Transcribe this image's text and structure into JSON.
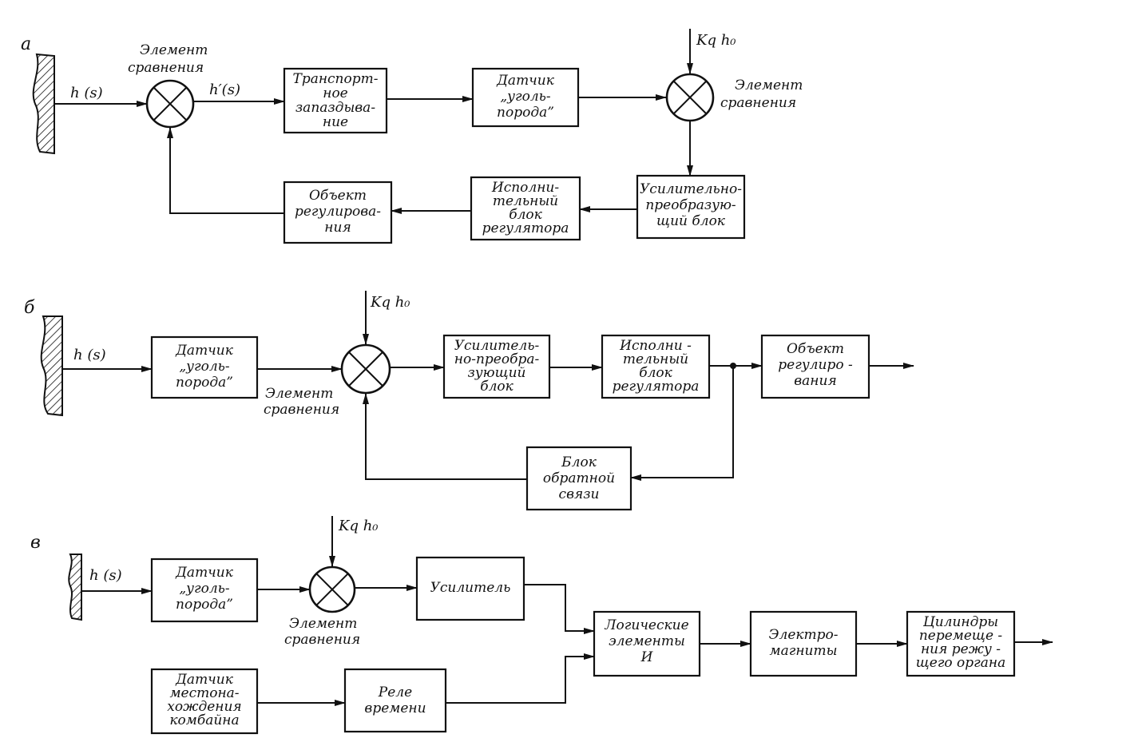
{
  "panels": {
    "a": {
      "letter": "а",
      "signal_in": "h (s)",
      "signal_mid": "h′(s)",
      "k_label": "Kq h₀",
      "cmp1_label": [
        "Элемент",
        "сравнения"
      ],
      "cmp2_label": [
        "Элемент",
        "сравнения"
      ],
      "blocks": {
        "transport": [
          "Транспорт-",
          "ное",
          "запаздыва-",
          "ние"
        ],
        "sensor": [
          "Датчик",
          "„уголь-",
          "порода”"
        ],
        "amplifier": [
          "Усилительно-",
          "преобразую-",
          "щий блок"
        ],
        "actuator": [
          "Исполни-",
          "тельный",
          "блок",
          "регулятора"
        ],
        "object": [
          "Объект",
          "регулирова-",
          "ния"
        ]
      }
    },
    "b": {
      "letter": "б",
      "signal_in": "h (s)",
      "k_label": "Kq h₀",
      "cmp_label": [
        "Элемент",
        "сравнения"
      ],
      "blocks": {
        "sensor": [
          "Датчик",
          "„уголь-",
          "порода”"
        ],
        "amplifier": [
          "Усилитель-",
          "но-преобра-",
          "зующий",
          "блок"
        ],
        "actuator": [
          "Исполни -",
          "тельный",
          "блок",
          "регулятора"
        ],
        "object": [
          "Объект",
          "регулиро -",
          "вания"
        ],
        "feedback": [
          "Блок",
          "обратной",
          "связи"
        ]
      }
    },
    "v": {
      "letter": "в",
      "signal_in": "h (s)",
      "k_label": "Kq h₀",
      "cmp_label": [
        "Элемент",
        "сравнения"
      ],
      "blocks": {
        "sensor": [
          "Датчик",
          "„уголь-",
          "порода”"
        ],
        "amplifier": [
          "Усилитель"
        ],
        "logic": [
          "Логические",
          "элементы",
          "И"
        ],
        "electromagnets": [
          "Электро-",
          "магниты"
        ],
        "cylinders": [
          "Цилиндры",
          "перемеще -",
          "ния режу -",
          "щего органа"
        ],
        "location_sensor": [
          "Датчик",
          "местона-",
          "хождения",
          "комбайна"
        ],
        "relay": [
          "Реле",
          "времени"
        ]
      }
    }
  }
}
